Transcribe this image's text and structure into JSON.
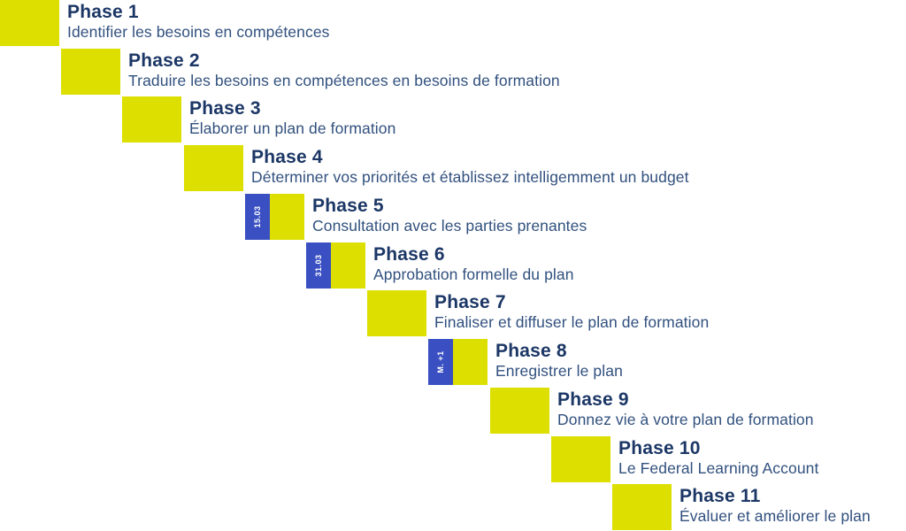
{
  "palette": {
    "background": "#ffffff",
    "yellow": "#dcdf00",
    "blue": "#3a50c2",
    "title_navy": "#1c3766",
    "description_navy": "#31507e",
    "date_text": "#ffffff"
  },
  "diagram": {
    "type": "staircase-phase-timeline",
    "phase_count": 11
  },
  "phases": [
    {
      "title": "Phase 1",
      "description": "Identifier les besoins en compétences",
      "date": null
    },
    {
      "title": "Phase 2",
      "description": "Traduire les besoins en compétences en besoins de formation",
      "date": null
    },
    {
      "title": "Phase 3",
      "description": "Élaborer un plan de formation",
      "date": null
    },
    {
      "title": "Phase 4",
      "description": "Déterminer vos priorités et établissez intelligemment un budget",
      "date": null
    },
    {
      "title": "Phase 5",
      "description": "Consultation avec les parties prenantes",
      "date": "15.03"
    },
    {
      "title": "Phase 6",
      "description": "Approbation formelle du plan",
      "date": "31.03"
    },
    {
      "title": "Phase 7",
      "description": "Finaliser et diffuser le plan de formation",
      "date": null
    },
    {
      "title": "Phase 8",
      "description": "Enregistrer le plan",
      "date": "M. +1"
    },
    {
      "title": "Phase 9",
      "description": "Donnez vie à votre plan de formation",
      "date": null
    },
    {
      "title": "Phase 10",
      "description": "Le Federal Learning Account",
      "date": null
    },
    {
      "title": "Phase 11",
      "description": "Évaluer et améliorer le plan",
      "date": null
    }
  ]
}
